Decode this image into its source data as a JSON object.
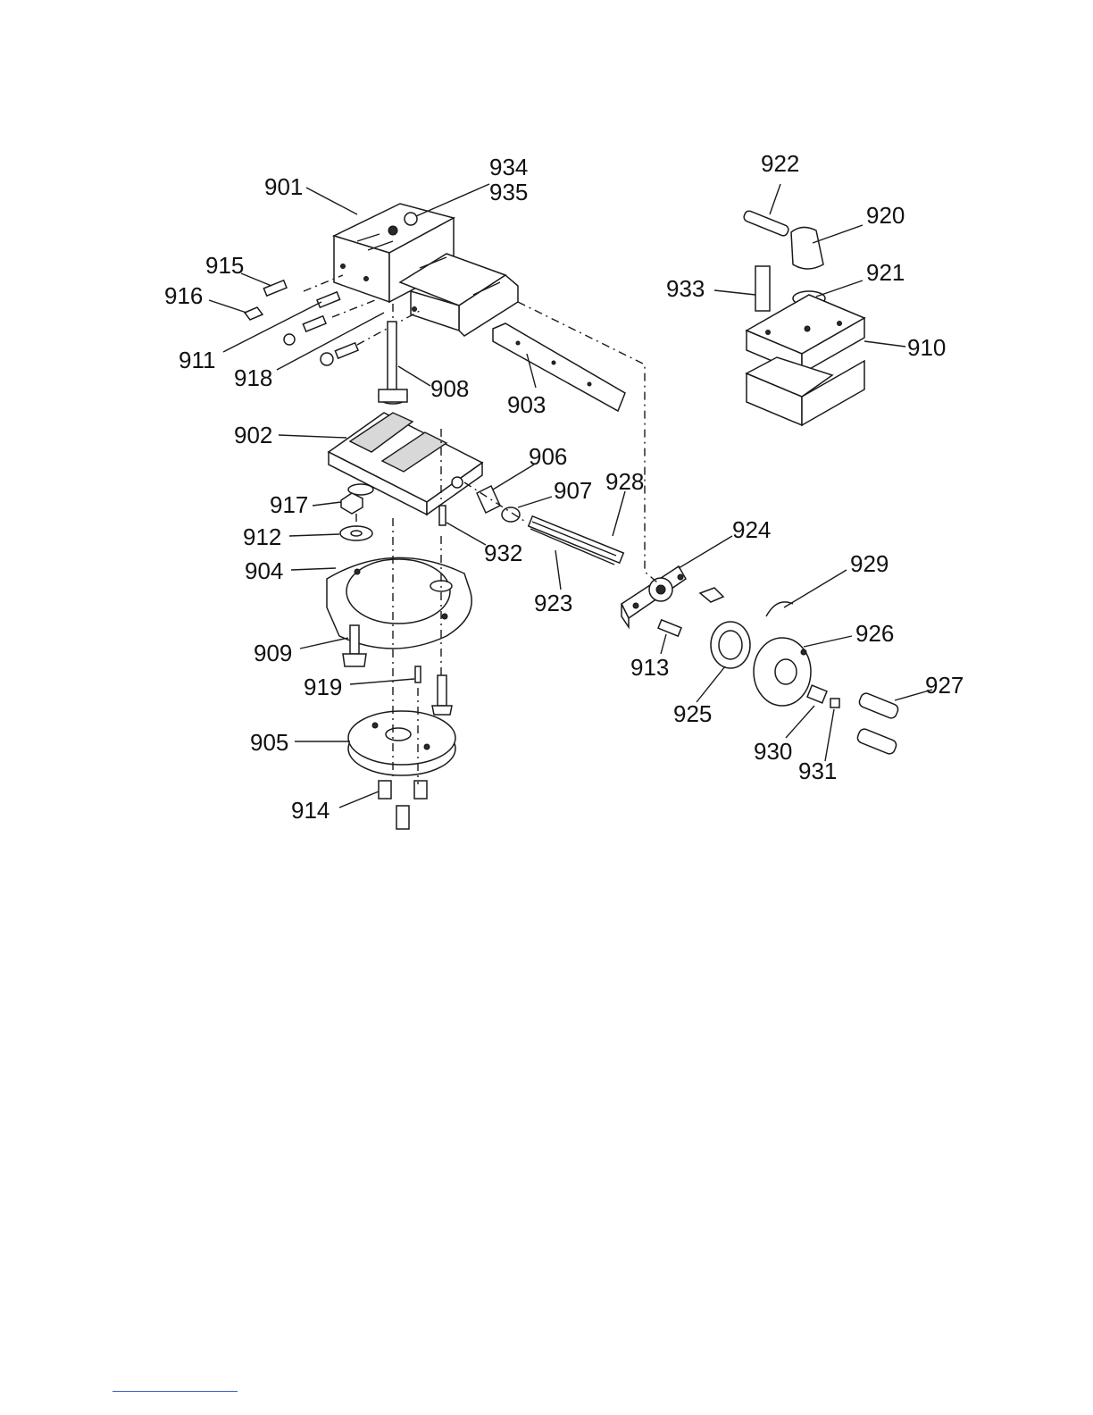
{
  "diagram": {
    "callouts": [
      {
        "id": "901",
        "text": "901"
      },
      {
        "id": "934",
        "text": "934"
      },
      {
        "id": "935",
        "text": "935"
      },
      {
        "id": "922",
        "text": "922"
      },
      {
        "id": "920",
        "text": "920"
      },
      {
        "id": "921",
        "text": "921"
      },
      {
        "id": "933",
        "text": "933"
      },
      {
        "id": "910",
        "text": "910"
      },
      {
        "id": "915",
        "text": "915"
      },
      {
        "id": "916",
        "text": "916"
      },
      {
        "id": "911",
        "text": "911"
      },
      {
        "id": "918",
        "text": "918"
      },
      {
        "id": "908",
        "text": "908"
      },
      {
        "id": "903",
        "text": "903"
      },
      {
        "id": "902",
        "text": "902"
      },
      {
        "id": "906",
        "text": "906"
      },
      {
        "id": "907",
        "text": "907"
      },
      {
        "id": "928",
        "text": "928"
      },
      {
        "id": "917",
        "text": "917"
      },
      {
        "id": "912",
        "text": "912"
      },
      {
        "id": "932",
        "text": "932"
      },
      {
        "id": "924",
        "text": "924"
      },
      {
        "id": "904",
        "text": "904"
      },
      {
        "id": "923",
        "text": "923"
      },
      {
        "id": "929",
        "text": "929"
      },
      {
        "id": "909",
        "text": "909"
      },
      {
        "id": "913",
        "text": "913"
      },
      {
        "id": "926",
        "text": "926"
      },
      {
        "id": "919",
        "text": "919"
      },
      {
        "id": "925",
        "text": "925"
      },
      {
        "id": "927",
        "text": "927"
      },
      {
        "id": "905",
        "text": "905"
      },
      {
        "id": "930",
        "text": "930"
      },
      {
        "id": "931",
        "text": "931"
      },
      {
        "id": "914",
        "text": "914"
      }
    ]
  }
}
